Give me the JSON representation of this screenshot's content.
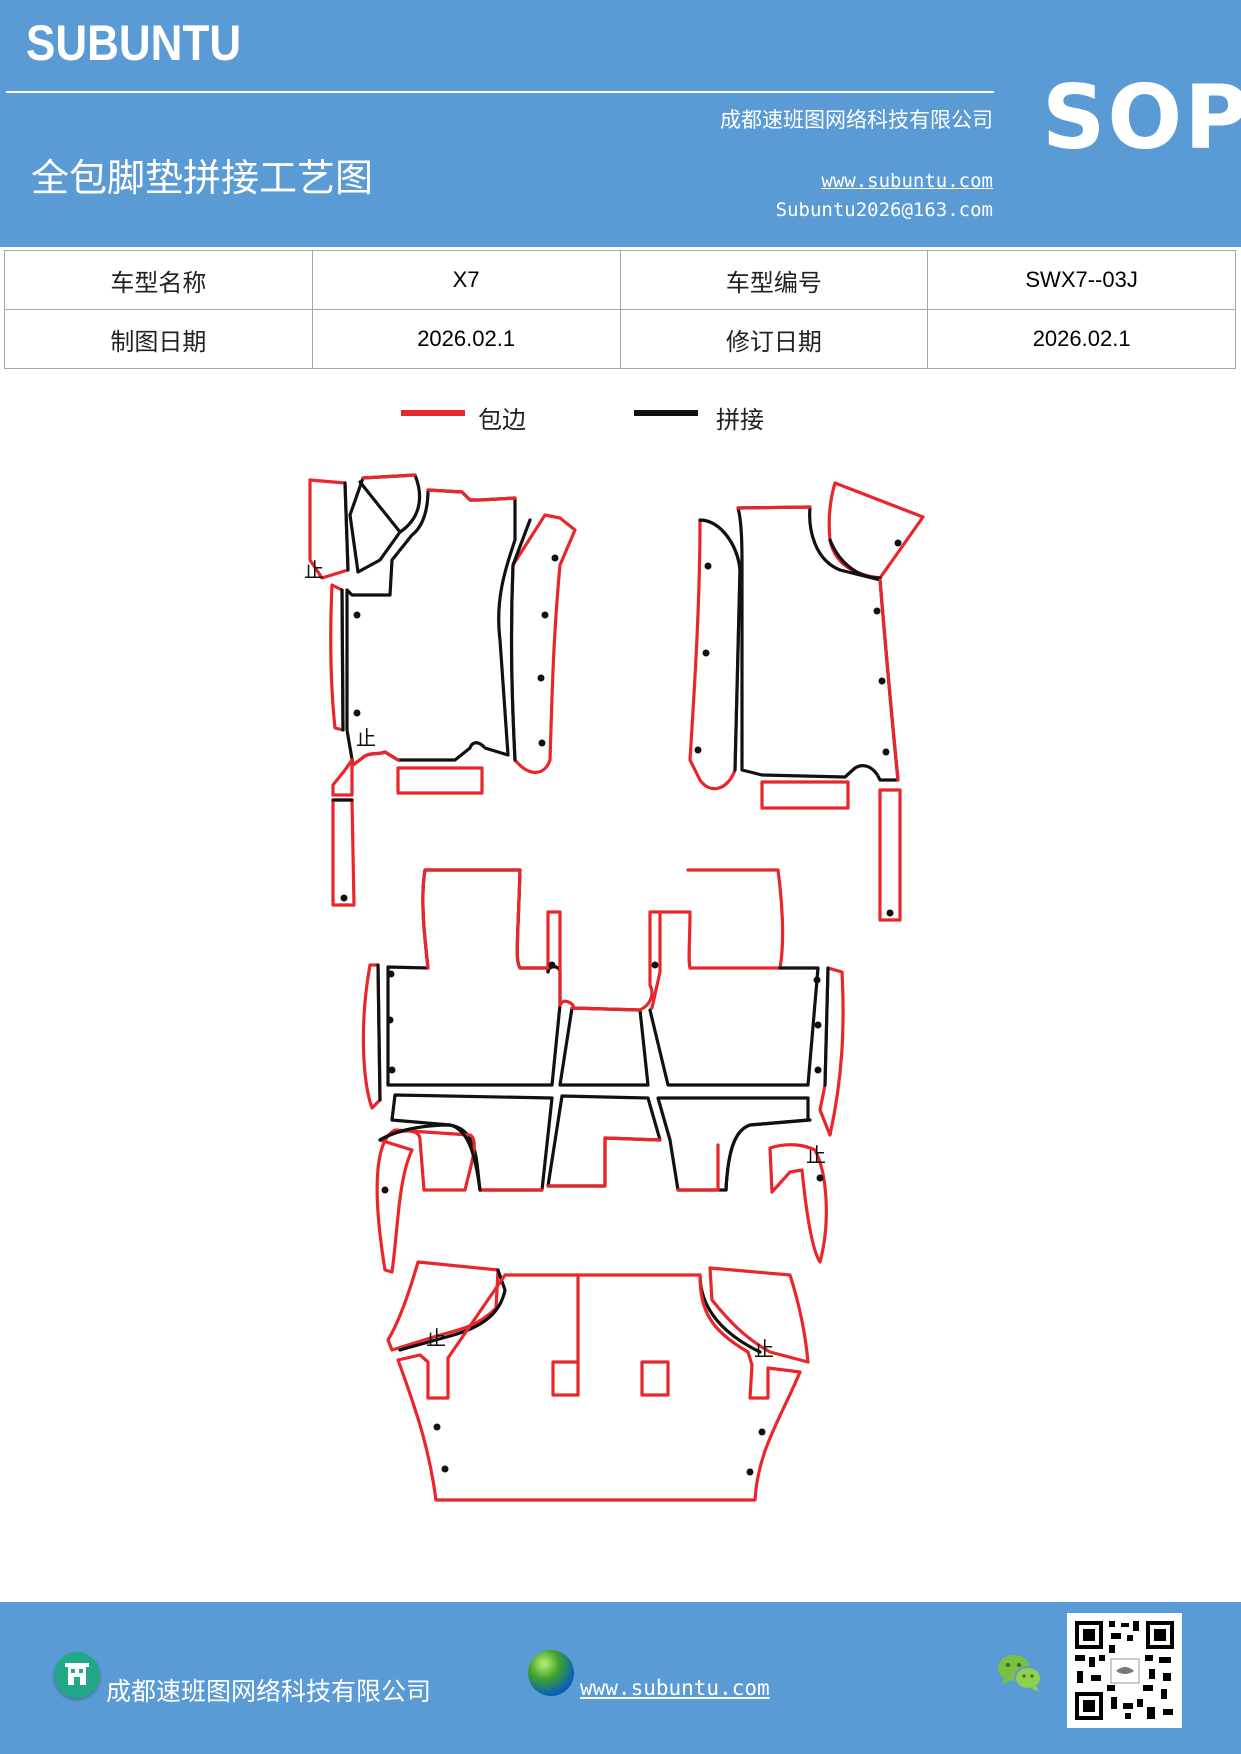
{
  "header": {
    "brand": "SUBUNTU",
    "company": "成都速班图网络科技有限公司",
    "title": "全包脚垫拼接工艺图",
    "website": "www.subuntu.com",
    "email": "Subuntu2026@163.com",
    "badge": "SOP"
  },
  "info": {
    "model_name_label": "车型名称",
    "model_name_value": "X7",
    "model_code_label": "车型编号",
    "model_code_value": "SWX7--03J",
    "draw_date_label": "制图日期",
    "draw_date_value": "2026.02.1",
    "revise_date_label": "修订日期",
    "revise_date_value": "2026.02.1"
  },
  "legend": {
    "edge_label": "包边",
    "edge_color": "#e8262b",
    "splice_label": "拼接",
    "splice_color": "#111111"
  },
  "diagram": {
    "stop_mark": "止"
  },
  "footer": {
    "company": "成都速班图网络科技有限公司",
    "website": "www.subuntu.com ",
    "icons": [
      "building-icon",
      "globe-icon",
      "wechat-icon",
      "qr-code"
    ]
  }
}
